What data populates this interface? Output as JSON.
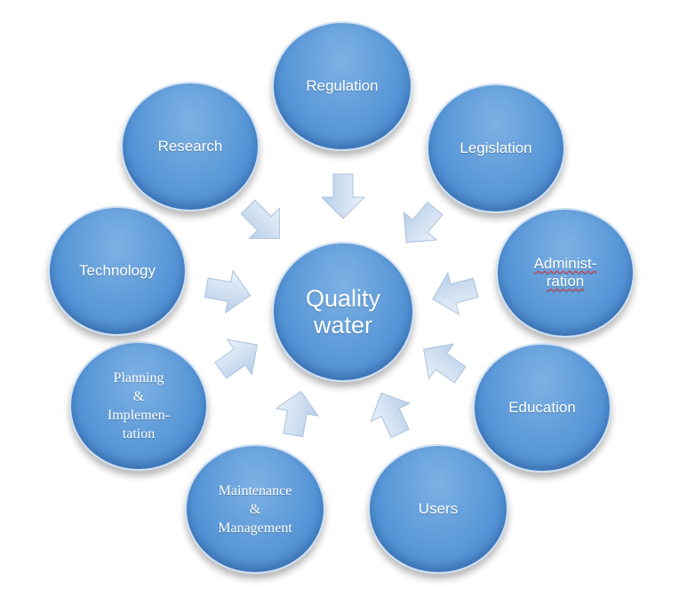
{
  "diagram": {
    "center": {
      "lines": [
        "Quality",
        "water"
      ]
    },
    "nodes": {
      "regulation": {
        "lines": [
          "Regulation"
        ]
      },
      "legislation": {
        "lines": [
          "Legislation"
        ]
      },
      "administration": {
        "lines": [
          "Administ-",
          "ration"
        ]
      },
      "education": {
        "lines": [
          "Education"
        ]
      },
      "users": {
        "lines": [
          "Users"
        ]
      },
      "maintenance": {
        "lines": [
          "Maintenance",
          "&",
          "Management"
        ]
      },
      "planning": {
        "lines": [
          "Planning",
          "&",
          "Implemen-",
          "tation"
        ]
      },
      "technology": {
        "lines": [
          "Technology"
        ]
      },
      "research": {
        "lines": [
          "Research"
        ]
      }
    }
  },
  "colors": {
    "circle_fill": "#5a98d8",
    "circle_border": "#cfe0f2",
    "arrow_fill": "#d0dff0",
    "text": "#ffffff",
    "spellcheck_underline": "#e03030"
  }
}
